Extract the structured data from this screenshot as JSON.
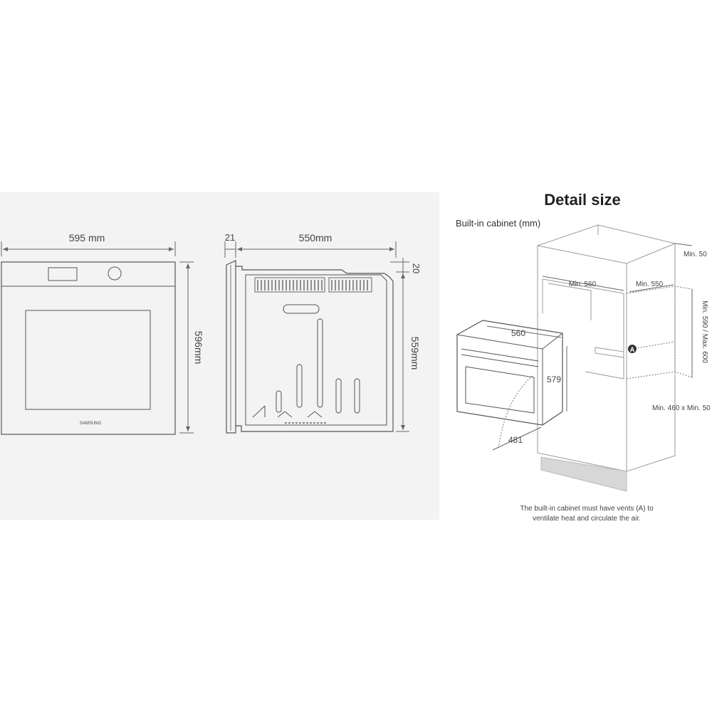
{
  "front_view": {
    "width_label": "595 mm",
    "height_label": "596mm",
    "brand_text": "SAMSUNG"
  },
  "side_view": {
    "door_depth_label": "21",
    "depth_label": "550mm",
    "top_gap_label": "20",
    "body_height_label": "559mm"
  },
  "detail": {
    "title": "Detail size",
    "subtitle": "Built-in cabinet (mm)",
    "min_top_label": "Min. 50",
    "min_width_label": "Min. 560",
    "min_depth_label": "Min. 550",
    "height_range_label": "Min. 590 / Max. 600",
    "oven_width_label": "560",
    "oven_height_label": "579",
    "oven_depth_label": "481",
    "vent_marker": "A",
    "vent_size_label": "Min. 460 x Min. 50",
    "note_line1": "The built-in cabinet must have vents (A) to",
    "note_line2": "ventilate heat and circulate the air."
  },
  "colors": {
    "panel_background": "#f3f3f3",
    "line": "#555555",
    "plinth": "#d7d7d7"
  }
}
